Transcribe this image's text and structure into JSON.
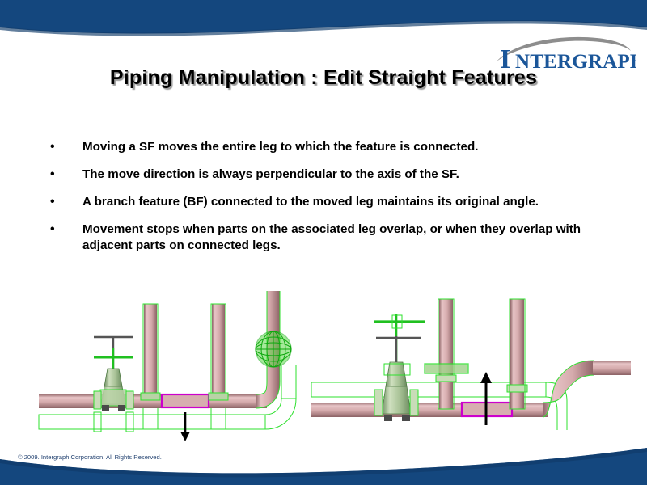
{
  "slide": {
    "title": "Piping Manipulation : Edit Straight Features",
    "footer": "© 2009. Intergraph Corporation. All Rights Reserved.",
    "bullet_marker": "•",
    "bullets": [
      "Moving a SF moves the entire leg to which the feature is connected.",
      "The move direction is always perpendicular to the axis of the SF.",
      "A branch feature (BF) connected to the moved leg maintains its original angle.",
      "Movement stops when parts on the associated leg overlap, or when they overlap with adjacent parts on connected legs."
    ]
  },
  "logo": {
    "name": "intergraph-logo",
    "wordmark": "NTERGRAPH",
    "drop_cap": "I",
    "color": "#1b5699",
    "swoosh_color": "#8d8d8d"
  },
  "theme": {
    "banner_blue": "#14477e",
    "banner_blue_dark": "#0f3a69",
    "title_color": "#000000",
    "body_color": "#000000",
    "footer_color": "#1f3f6e",
    "background": "#ffffff"
  },
  "figures": {
    "left": {
      "name": "piping-diagram-before",
      "caption": "",
      "pipe_fill": "#d7aeb0",
      "pipe_edge": "#8a6264",
      "wireframe_color": "#2ee02e",
      "highlight_color": "#cc00cc",
      "arrow_direction": "down",
      "arrow_color": "#000000",
      "components": [
        "horizontal-run",
        "gate-valve",
        "branch-pipe-1",
        "selected-straight-feature",
        "branch-pipe-2",
        "elbow-up",
        "riser",
        "globe-sphere"
      ]
    },
    "right": {
      "name": "piping-diagram-after",
      "caption": "",
      "pipe_fill": "#d7aeb0",
      "pipe_edge": "#8a6264",
      "wireframe_color": "#2ee02e",
      "highlight_color": "#cc00cc",
      "arrow_direction": "up",
      "arrow_color": "#000000",
      "components": [
        "horizontal-run",
        "gate-valve",
        "branch-pipe-1",
        "selected-straight-feature",
        "branch-pipe-2",
        "s-bend",
        "outlet-run"
      ]
    }
  }
}
